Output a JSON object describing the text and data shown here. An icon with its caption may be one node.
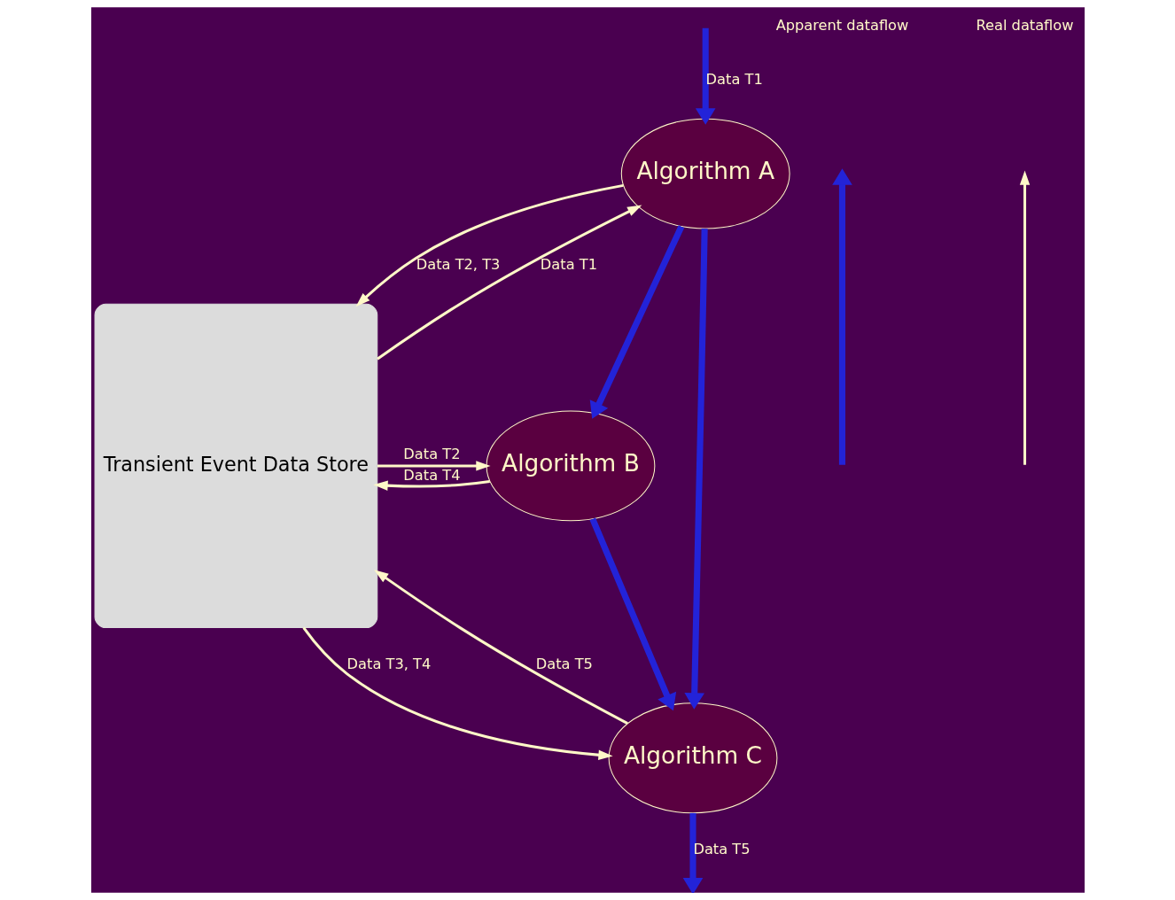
{
  "diagram": {
    "nodes": [
      {
        "text": [
          "Transient Event Data Store"
        ]
      },
      {
        "text": [
          "Algorithm A"
        ]
      },
      {
        "text": [
          "Algorithm B"
        ]
      },
      {
        "text": [
          "Algorithm C"
        ]
      }
    ],
    "edges": [
      {
        "from": null,
        "to": 1,
        "arrow": "to",
        "label": "Data T1",
        "style": "thick",
        "color": "#2323d8"
      },
      {
        "from": 0,
        "to": 1,
        "arrow": "to",
        "label": "Data T1"
      },
      {
        "from": 1,
        "to": 0,
        "arrow": "to",
        "label": "Data T2, T3"
      },
      {
        "from": 1,
        "to": 2,
        "arrow": "to",
        "style": "thick",
        "color": "#2323d8"
      },
      {
        "from": 1,
        "to": 3,
        "arrow": "to",
        "style": "thick",
        "color": "#2323d8"
      },
      {
        "from": 0,
        "to": 2,
        "arrow": "to",
        "label": "Data T2"
      },
      {
        "from": 2,
        "to": 0,
        "arrow": "to",
        "label": "Data T4"
      },
      {
        "from": 2,
        "to": 3,
        "arrow": "to",
        "style": "thick",
        "color": "#2323d8"
      },
      {
        "from": 0,
        "to": 3,
        "arrow": "to",
        "label": "Data T3, T4"
      },
      {
        "from": 3,
        "to": 0,
        "arrow": "to",
        "label": "Data T5"
      },
      {
        "from": 3,
        "to": null,
        "arrow": "to",
        "label": "Data T5",
        "style": "thick",
        "color": "#2323d8"
      }
    ],
    "legend": [
      {
        "text": "Apparent dataflow"
      },
      {
        "text": "Real dataflow"
      }
    ]
  }
}
